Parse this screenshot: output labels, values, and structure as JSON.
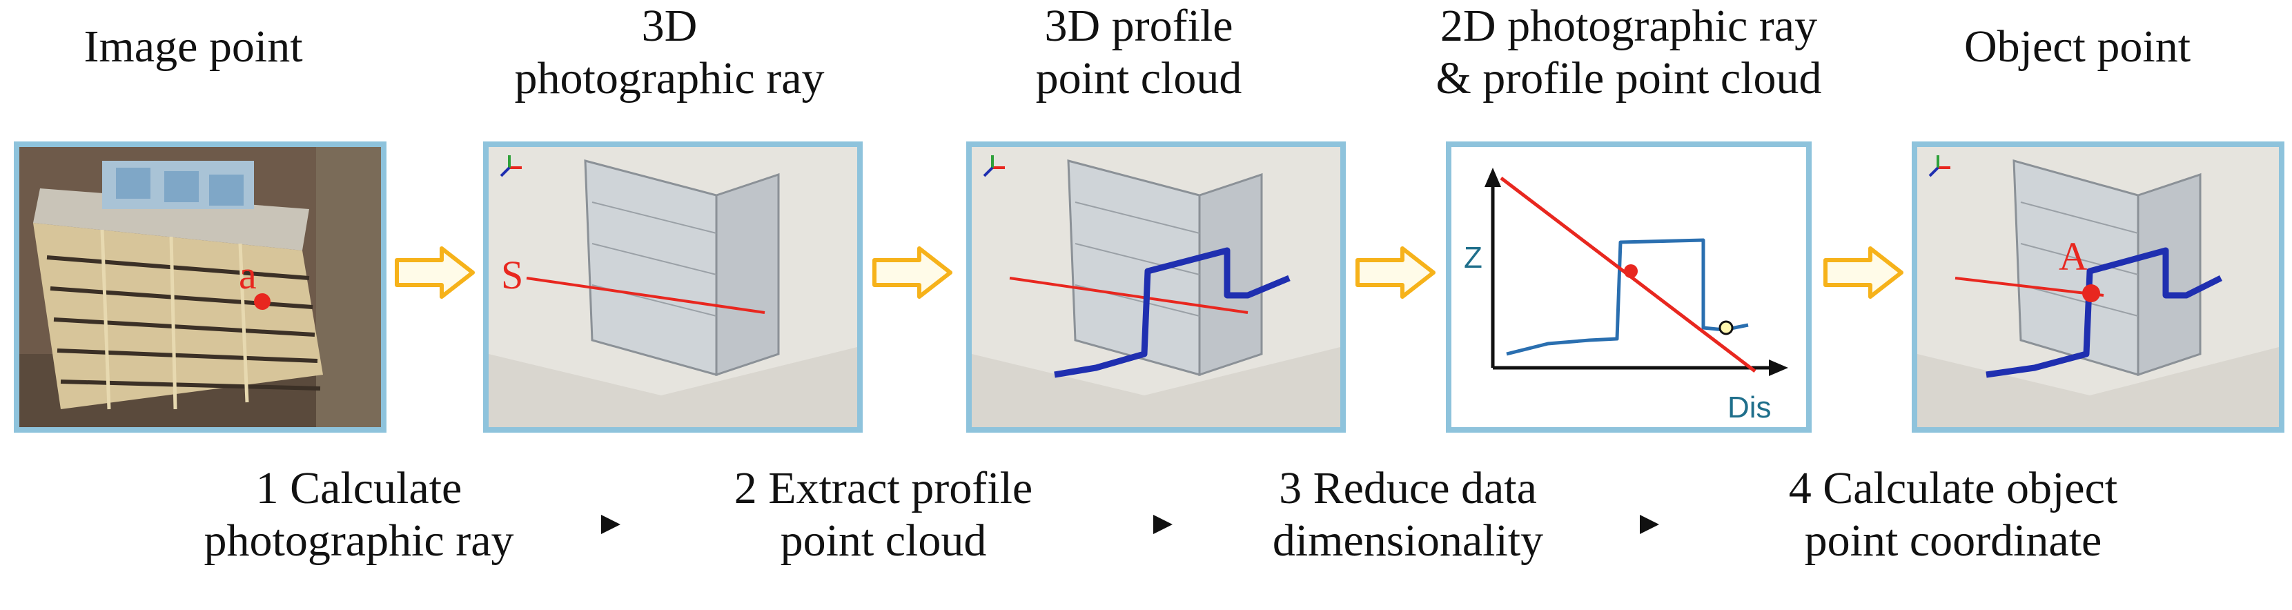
{
  "stages": [
    {
      "title_lines": [
        "Image point"
      ]
    },
    {
      "title_lines": [
        "3D",
        "photographic ray"
      ]
    },
    {
      "title_lines": [
        "3D profile",
        "point cloud"
      ]
    },
    {
      "title_lines": [
        "2D photographic ray",
        "& profile point cloud"
      ]
    },
    {
      "title_lines": [
        "Object point"
      ]
    }
  ],
  "panel_labels": {
    "image_point": "a",
    "camera": "S",
    "object_point": "A",
    "axis_z": "Z",
    "axis_dis": "Dis"
  },
  "steps": [
    {
      "lines": [
        "1 Calculate",
        "photographic ray"
      ]
    },
    {
      "lines": [
        "2 Extract profile",
        "point cloud"
      ]
    },
    {
      "lines": [
        "3 Reduce data",
        "dimensionality"
      ]
    },
    {
      "lines": [
        "4 Calculate object",
        "point coordinate"
      ]
    }
  ],
  "colors": {
    "panel_border": "#8ec3dc",
    "flow_arrow": "#f6b21a",
    "ray": "#e8271f",
    "profile": "#1f2fb0",
    "chart_profile": "#2a6fb0"
  },
  "icons": [
    "right-arrow-icon",
    "triangle-right-icon",
    "axis-gizmo-icon"
  ]
}
